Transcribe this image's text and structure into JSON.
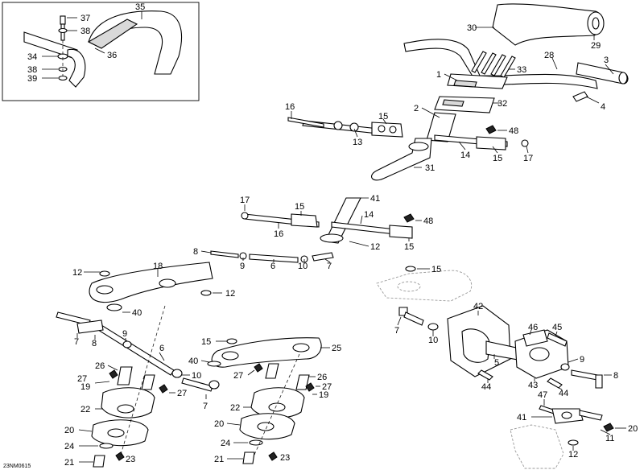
{
  "drawing_code": "23NM0615",
  "callouts": {
    "c1": "1",
    "c2": "2",
    "c3": "3",
    "c4": "4",
    "c5": "5",
    "c6": "6",
    "c7": "7",
    "c8": "8",
    "c9": "9",
    "c10": "10",
    "c11": "11",
    "c12": "12",
    "c13": "13",
    "c14": "14",
    "c15": "15",
    "c16": "16",
    "c17": "17",
    "c18": "18",
    "c19": "19",
    "c20": "20",
    "c21": "21",
    "c22": "22",
    "c23": "23",
    "c24": "24",
    "c25": "25",
    "c26": "26",
    "c27": "27",
    "c28": "28",
    "c29": "29",
    "c30": "30",
    "c31": "31",
    "c32": "32",
    "c33": "33",
    "c34": "34",
    "c35": "35",
    "c36": "36",
    "c37": "37",
    "c38": "38",
    "c39": "39",
    "c40": "40",
    "c41": "41",
    "c42": "42",
    "c43": "43",
    "c44": "44",
    "c45": "45",
    "c46": "46",
    "c47": "47",
    "c48": "48"
  }
}
